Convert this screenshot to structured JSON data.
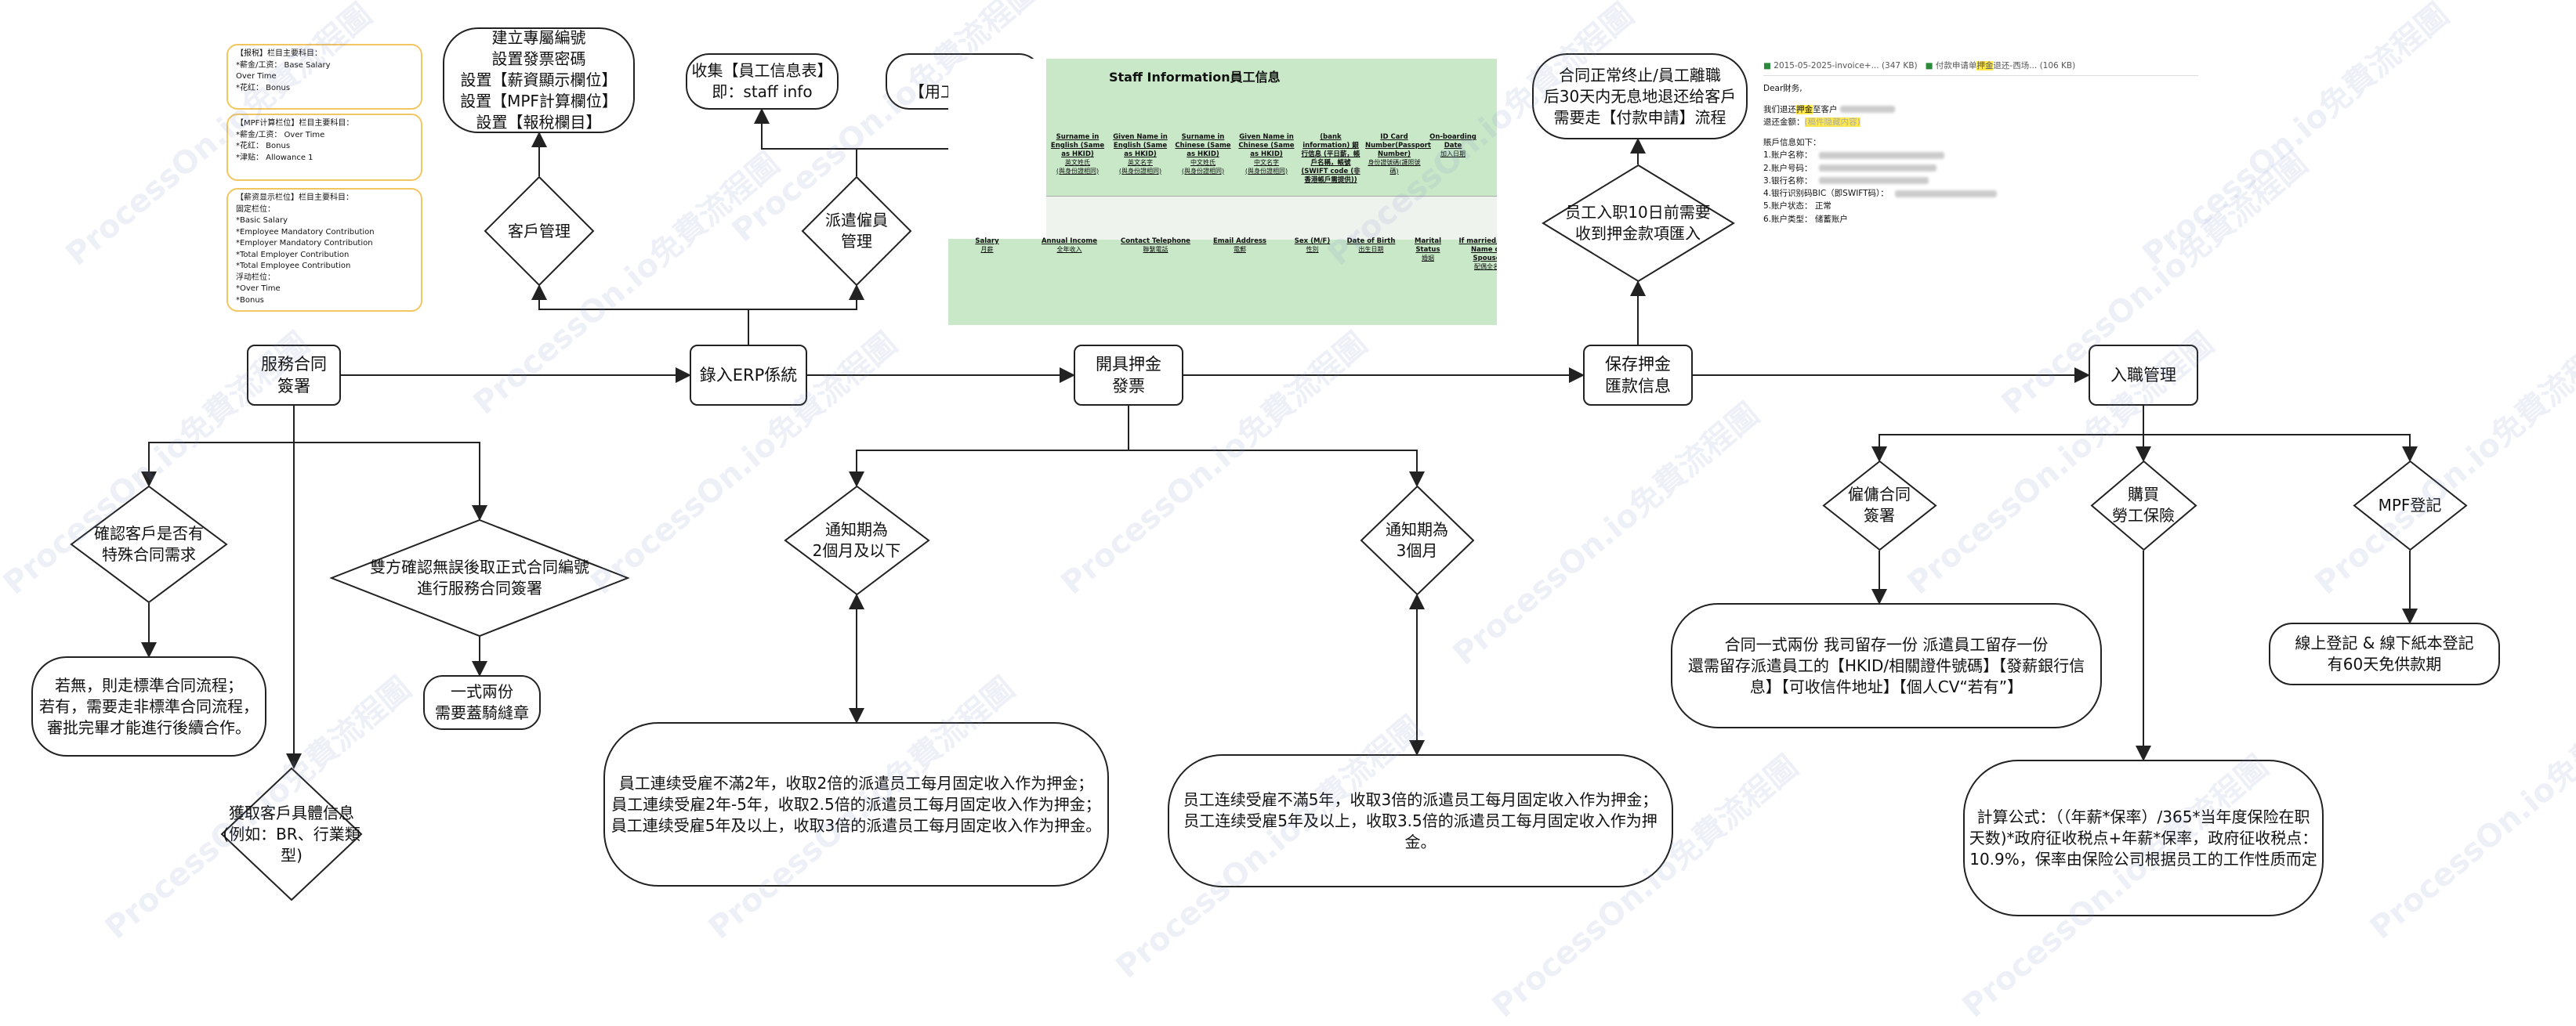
{
  "watermark": "ProcessOn.io免費流程圖",
  "nodes": {
    "service_contract": "服務合同\n簽署",
    "erp": "錄入ERP係統",
    "deposit_invoice": "開具押金\n發票",
    "save_deposit": "保存押金\n匯款信息",
    "onboarding": "入職管理",
    "client_mgmt": "客戶管理",
    "client_mgmt_box": "建立專屬編號\n設置發票密碼\n設置【薪資顯示欄位】\n設置【MPF計算欄位】\n設置【報稅欄目】",
    "dispatch_mgmt": "派遣僱員\n管理",
    "collect_info": "收集【員工信息表】\n即：staff info",
    "sign_confirm": "簽署\n【用工確認書】",
    "check_special": "確認客戶是否有\n特殊合同需求",
    "check_special_box": "若無，則走標準合同流程；\n若有，需要走非標準合同流程，\n審批完畢才能進行後續合作。",
    "get_client_info": "獲取客戶具體信息\n(例如：BR、行業類型)",
    "both_confirm": "雙方確認無誤後取正式合同編號\n進行服務合同簽署",
    "two_copies": "一式兩份\n需要蓋騎縫章",
    "notice_2m": "通知期為\n2個月及以下",
    "notice_2m_box": "員工連续受雇不滿2年，收取2倍的派遣员工每月固定收入作为押金；\n員工連续受雇2年-5年，收取2.5倍的派遣员工每月固定收入作为押金；\n員工連续受雇5年及以上，收取3倍的派遣员工每月固定收入作为押金。",
    "notice_3m": "通知期為\n3個月",
    "notice_3m_box": "员工连续受雇不滿5年，收取3倍的派遣员工每月固定收入作为押金；\n员工连续受雇5年及以上，收取3.5倍的派遣员工每月固定收入作为押金。",
    "deposit_received": "员工入职10日前需要\n收到押金款項匯入",
    "contract_end": "合同正常终止/員工離職\n后30天内无息地退还给客戶\n需要走【付款申請】流程",
    "employ_contract": "僱傭合同\n簽署",
    "employ_contract_box": "合同一式兩份 我司留存一份 派遣員工留存一份\n還需留存派遣員工的【HKID/相關證件號碼】【發薪銀行信\n息】【可收信件地址】【個人CV“若有”】",
    "insurance": "購買\n勞工保險",
    "insurance_box": "計算公式：（（年薪*保率）/365*当年度保险在职\n天数)*政府征收税点+年薪*保率，政府征收税点：\n10.9%，保率由保险公司根据员工的工作性质而定",
    "mpf": "MPF登記",
    "mpf_box": "線上登記 & 線下紙本登記\n有60天免供款期"
  },
  "client_panels": [
    "【报税】栏目主要科目：\n*薪金/工资：  Base Salary\n                      Over Time\n*花红：         Bonus",
    "【MPF计算栏位】栏目主要科目：\n*薪金/工资：  Over Time\n*花红：         Bonus\n*津贴：         Allowance 1",
    "【薪资显示栏位】栏目主要科目：\n固定栏位：\n*Basic Salary\n*Employee Mandatory Contribution\n*Employer Mandatory Contribution\n*Total Employer Contribution\n*Total Employee Contribution\n浮动栏位：\n*Over Time\n*Bonus"
  ],
  "staff_sheet": {
    "title": "Staff Information員工信息",
    "columns_top": [
      {
        "h": "Surname in English (Same as HKID)",
        "s": "英文姓氏\n(與身份證相同)"
      },
      {
        "h": "Given Name in English (Same as HKID)",
        "s": "英文名字\n(與身份證相同)"
      },
      {
        "h": "Surname in Chinese (Same as HKID)",
        "s": "中文姓氏\n(與身份證相同)"
      },
      {
        "h": "Given Name in Chinese (Same as HKID)",
        "s": "中文名字\n(與身份證相同)"
      },
      {
        "h": "(bank information) 銀行信息 (平日薪，帳戶名稱，帳號 (SWIFT code (非香港帳戶需提供))",
        "s": ""
      },
      {
        "h": "ID Card Number(Passport Number)",
        "s": "身份證號碼(護照號碼)"
      },
      {
        "h": "On-boarding Date",
        "s": "加入日期"
      }
    ],
    "columns_bottom": [
      {
        "h": "Salary",
        "s": "月薪"
      },
      {
        "h": "Annual Income",
        "s": "全年收入"
      },
      {
        "h": "Contact Telephone",
        "s": "聯繫電話"
      },
      {
        "h": "Email Address",
        "s": "電郵"
      },
      {
        "h": "Sex (M/F)",
        "s": "性別"
      },
      {
        "h": "Date of Birth",
        "s": "出生日期"
      },
      {
        "h": "Marital Status",
        "s": "婚姻"
      },
      {
        "h": "If married, Full Name of Spouse",
        "s": "配偶全名"
      }
    ]
  },
  "email_shot": {
    "tab1": "2015-05-2025-invoice+...",
    "tab1_size": "(347 KB)",
    "tab2": "付款申请单",
    "tab2_highlight": "押金",
    "tab2_suffix": "退还-西场...",
    "tab2_size": "(106 KB)",
    "greeting": "Dear財务,",
    "line1_prefix": "我们退还",
    "line1_highlight": "押金",
    "line1_suffix": "至客户",
    "line2_prefix": "退还金额：",
    "line2_highlight": "(稿件隐藏内容)",
    "account_title": "賬戶信息如下：",
    "fields": [
      "1.账户名称：",
      "2.账户号码：",
      "3.银行名称：",
      "4.银行识别码BIC（即SWIFT码）：",
      "5.账户状态：  正常",
      "6.账户类型：  储蓄账户"
    ]
  }
}
